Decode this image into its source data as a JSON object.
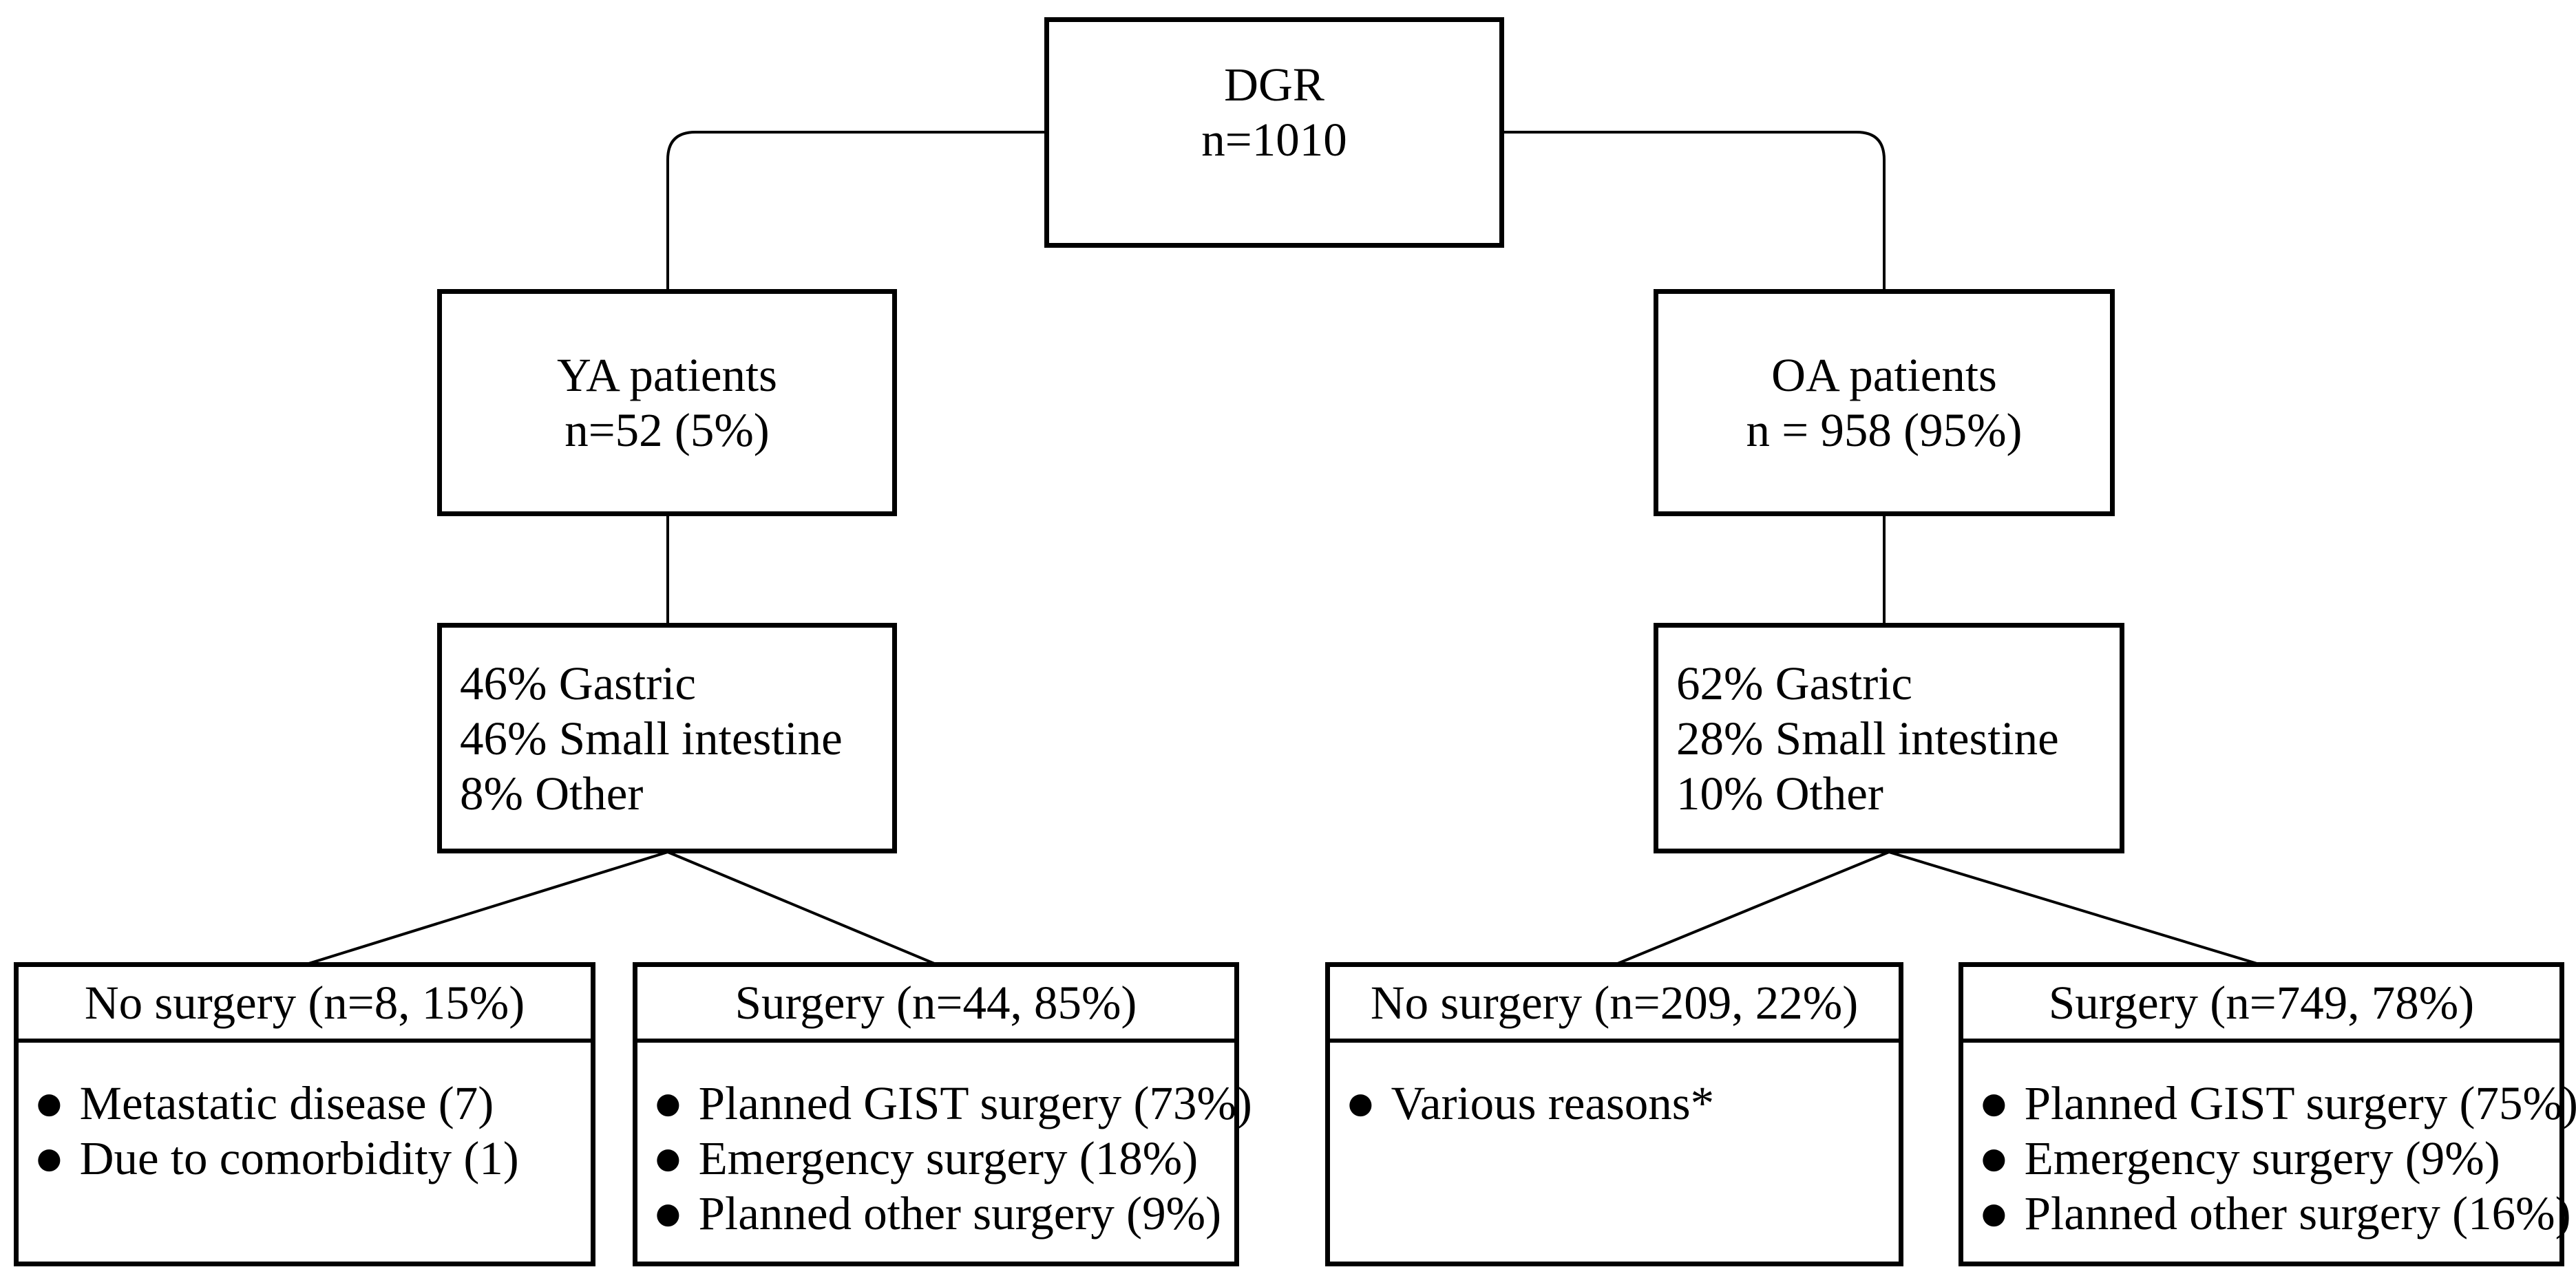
{
  "colors": {
    "line": "#000000",
    "text": "#000000",
    "background": "#ffffff",
    "box_border": "#000000"
  },
  "bullet_glyph": "●",
  "nodes": {
    "root": {
      "lines": [
        "DGR",
        "n=1010"
      ]
    },
    "ya": {
      "lines": [
        "YA patients",
        "n=52 (5%)"
      ]
    },
    "oa": {
      "lines": [
        "OA patients",
        "n = 958 (95%)"
      ]
    },
    "ya_sites": {
      "lines": [
        "46% Gastric",
        "46% Small intestine",
        "8% Other"
      ]
    },
    "oa_sites": {
      "lines": [
        "62% Gastric",
        "28% Small intestine",
        "10% Other"
      ]
    },
    "ya_no_surgery": {
      "header": "No surgery (n=8, 15%)",
      "bullets": [
        "Metastatic disease (7)",
        "Due to comorbidity (1)"
      ]
    },
    "ya_surgery": {
      "header": "Surgery (n=44, 85%)",
      "bullets": [
        "Planned GIST surgery (73%)",
        "Emergency surgery (18%)",
        "Planned other surgery (9%)"
      ]
    },
    "oa_no_surgery": {
      "header": "No surgery (n=209, 22%)",
      "bullets": [
        "Various reasons*"
      ]
    },
    "oa_surgery": {
      "header": "Surgery (n=749, 78%)",
      "bullets": [
        "Planned GIST surgery (75%)",
        "Emergency surgery (9%)",
        "Planned other surgery (16%)"
      ]
    }
  }
}
